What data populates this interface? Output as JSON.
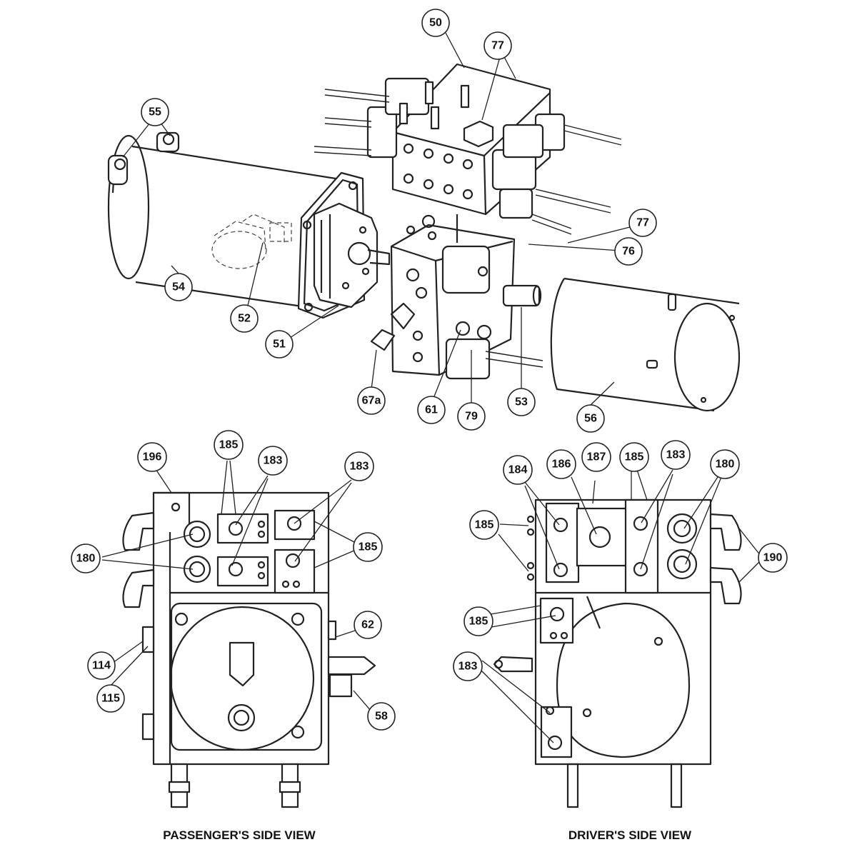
{
  "views": [
    {
      "id": "passenger",
      "caption": "PASSENGER'S SIDE VIEW"
    },
    {
      "id": "driver",
      "caption": "DRIVER'S SIDE VIEW"
    }
  ],
  "callouts": [
    {
      "label": "50"
    },
    {
      "label": "77"
    },
    {
      "label": "55"
    },
    {
      "label": "77"
    },
    {
      "label": "76"
    },
    {
      "label": "54"
    },
    {
      "label": "52"
    },
    {
      "label": "51"
    },
    {
      "label": "67a"
    },
    {
      "label": "61"
    },
    {
      "label": "79"
    },
    {
      "label": "53"
    },
    {
      "label": "56"
    },
    {
      "label": "196"
    },
    {
      "label": "185"
    },
    {
      "label": "183"
    },
    {
      "label": "183"
    },
    {
      "label": "180"
    },
    {
      "label": "185"
    },
    {
      "label": "62"
    },
    {
      "label": "114"
    },
    {
      "label": "115"
    },
    {
      "label": "58"
    },
    {
      "label": "184"
    },
    {
      "label": "186"
    },
    {
      "label": "187"
    },
    {
      "label": "185"
    },
    {
      "label": "183"
    },
    {
      "label": "180"
    },
    {
      "label": "185"
    },
    {
      "label": "190"
    },
    {
      "label": "185"
    },
    {
      "label": "183"
    }
  ]
}
